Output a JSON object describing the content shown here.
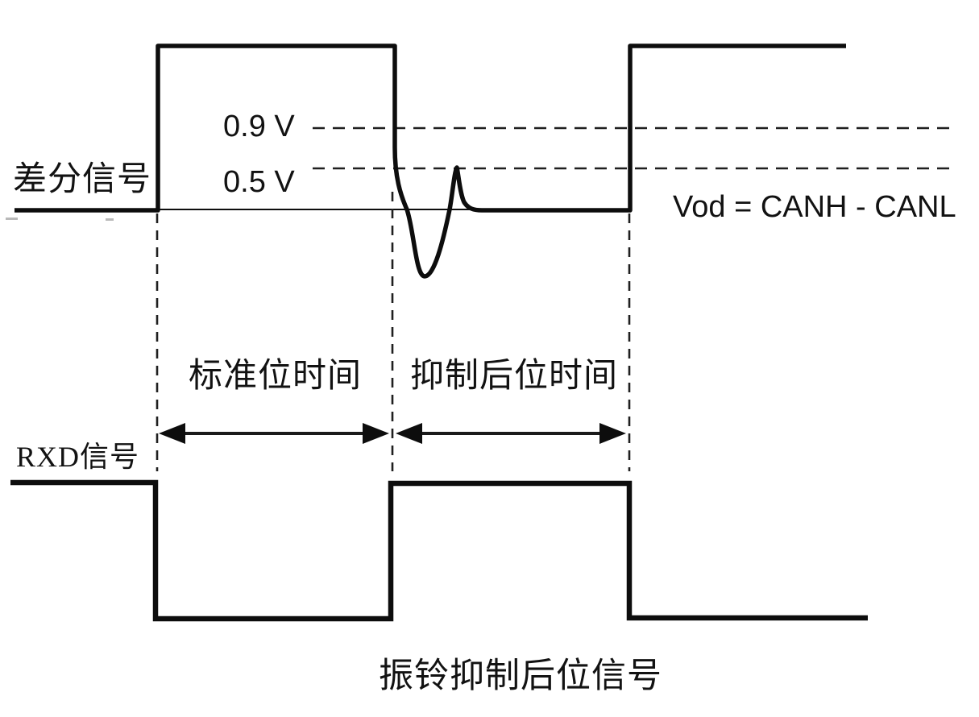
{
  "diagram": {
    "caption": "振铃抑制后位信号",
    "differential_signal": {
      "label": "差分信号",
      "formula_label": "Vod = CANH - CANL",
      "threshold_high_label": "0.9 V",
      "threshold_low_label": "0.5 V",
      "threshold_high_volts": 0.9,
      "threshold_low_volts": 0.5
    },
    "rxd_signal": {
      "label": "RXD信号"
    },
    "intervals": {
      "standard_bit_time_label": "标准位时间",
      "suppressed_bit_time_label": "抑制后位时间"
    },
    "colors": {
      "line": "#0d0d0d",
      "dashed": "#1f1f1f",
      "text": "#121212",
      "background": "#ffffff"
    }
  }
}
